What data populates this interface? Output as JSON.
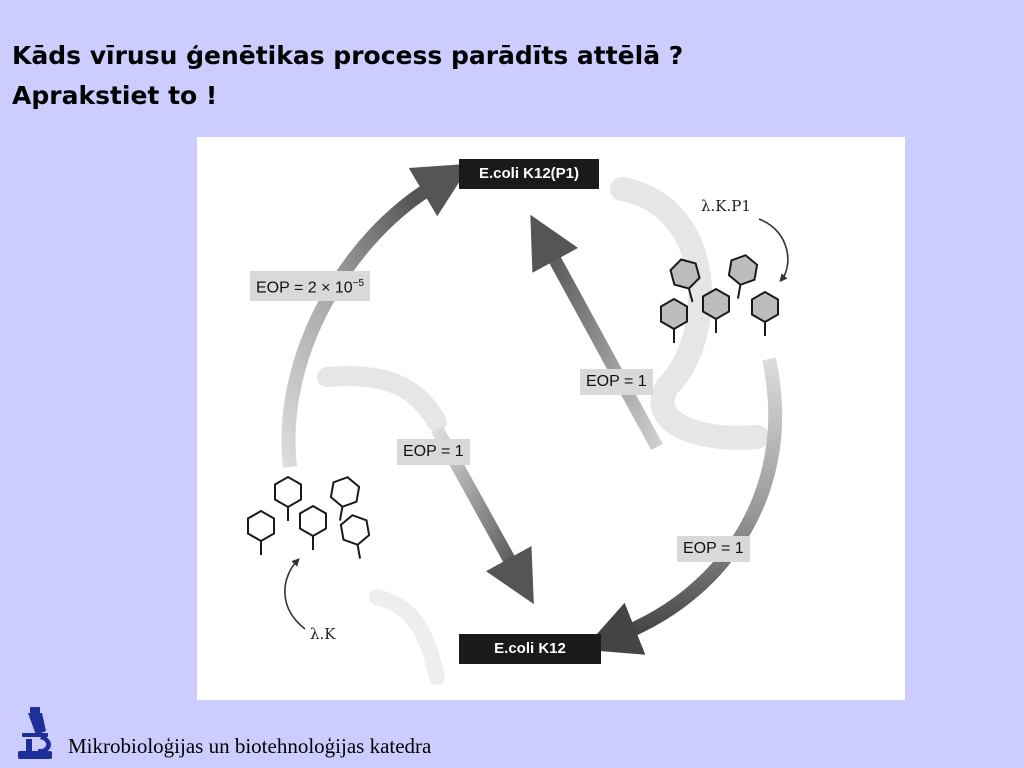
{
  "title": {
    "line1": "Kāds vīrusu ģenētikas process parādīts attēlā ?",
    "line2": "Aprakstiet to !"
  },
  "diagram": {
    "host_top": "E.coli K12(P1)",
    "host_bottom": "E.coli K12",
    "eop_left": {
      "base": "EOP = 2 × 10",
      "exp": "−5"
    },
    "eop_center_upper": "EOP = 1",
    "eop_center_lower": "EOP = 1",
    "eop_right": "EOP = 1",
    "phage_right": "λ.K.P1",
    "phage_left": "λ.K"
  },
  "footer": {
    "text": "Mikrobioloģijas un biotehnoloģijas katedra",
    "logo_icon": "microscope-icon",
    "logo_color": "#1f2f9a"
  }
}
